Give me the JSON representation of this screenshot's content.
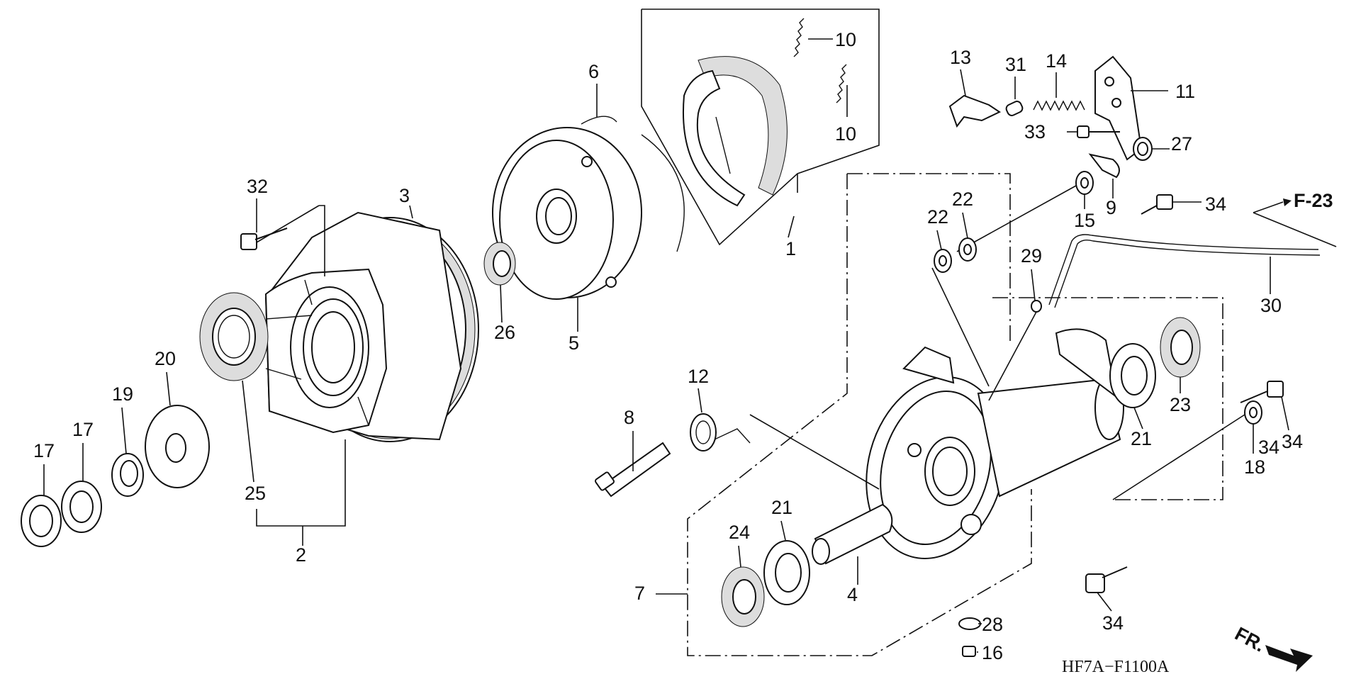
{
  "diagram": {
    "code": "HF7A−F1100A",
    "front_marker": "FR.",
    "ref_label": "F-23",
    "parts": [
      {
        "no": "1"
      },
      {
        "no": "2"
      },
      {
        "no": "3"
      },
      {
        "no": "4"
      },
      {
        "no": "5"
      },
      {
        "no": "6"
      },
      {
        "no": "7"
      },
      {
        "no": "8"
      },
      {
        "no": "9"
      },
      {
        "no": "10"
      },
      {
        "no": "10"
      },
      {
        "no": "11"
      },
      {
        "no": "12"
      },
      {
        "no": "13"
      },
      {
        "no": "14"
      },
      {
        "no": "15"
      },
      {
        "no": "16"
      },
      {
        "no": "17"
      },
      {
        "no": "17"
      },
      {
        "no": "18"
      },
      {
        "no": "19"
      },
      {
        "no": "20"
      },
      {
        "no": "21"
      },
      {
        "no": "21"
      },
      {
        "no": "22"
      },
      {
        "no": "22"
      },
      {
        "no": "23"
      },
      {
        "no": "24"
      },
      {
        "no": "25"
      },
      {
        "no": "26"
      },
      {
        "no": "27"
      },
      {
        "no": "28"
      },
      {
        "no": "29"
      },
      {
        "no": "30"
      },
      {
        "no": "31"
      },
      {
        "no": "32"
      },
      {
        "no": "33"
      },
      {
        "no": "34"
      },
      {
        "no": "34"
      },
      {
        "no": "34"
      },
      {
        "no": "34"
      }
    ]
  }
}
